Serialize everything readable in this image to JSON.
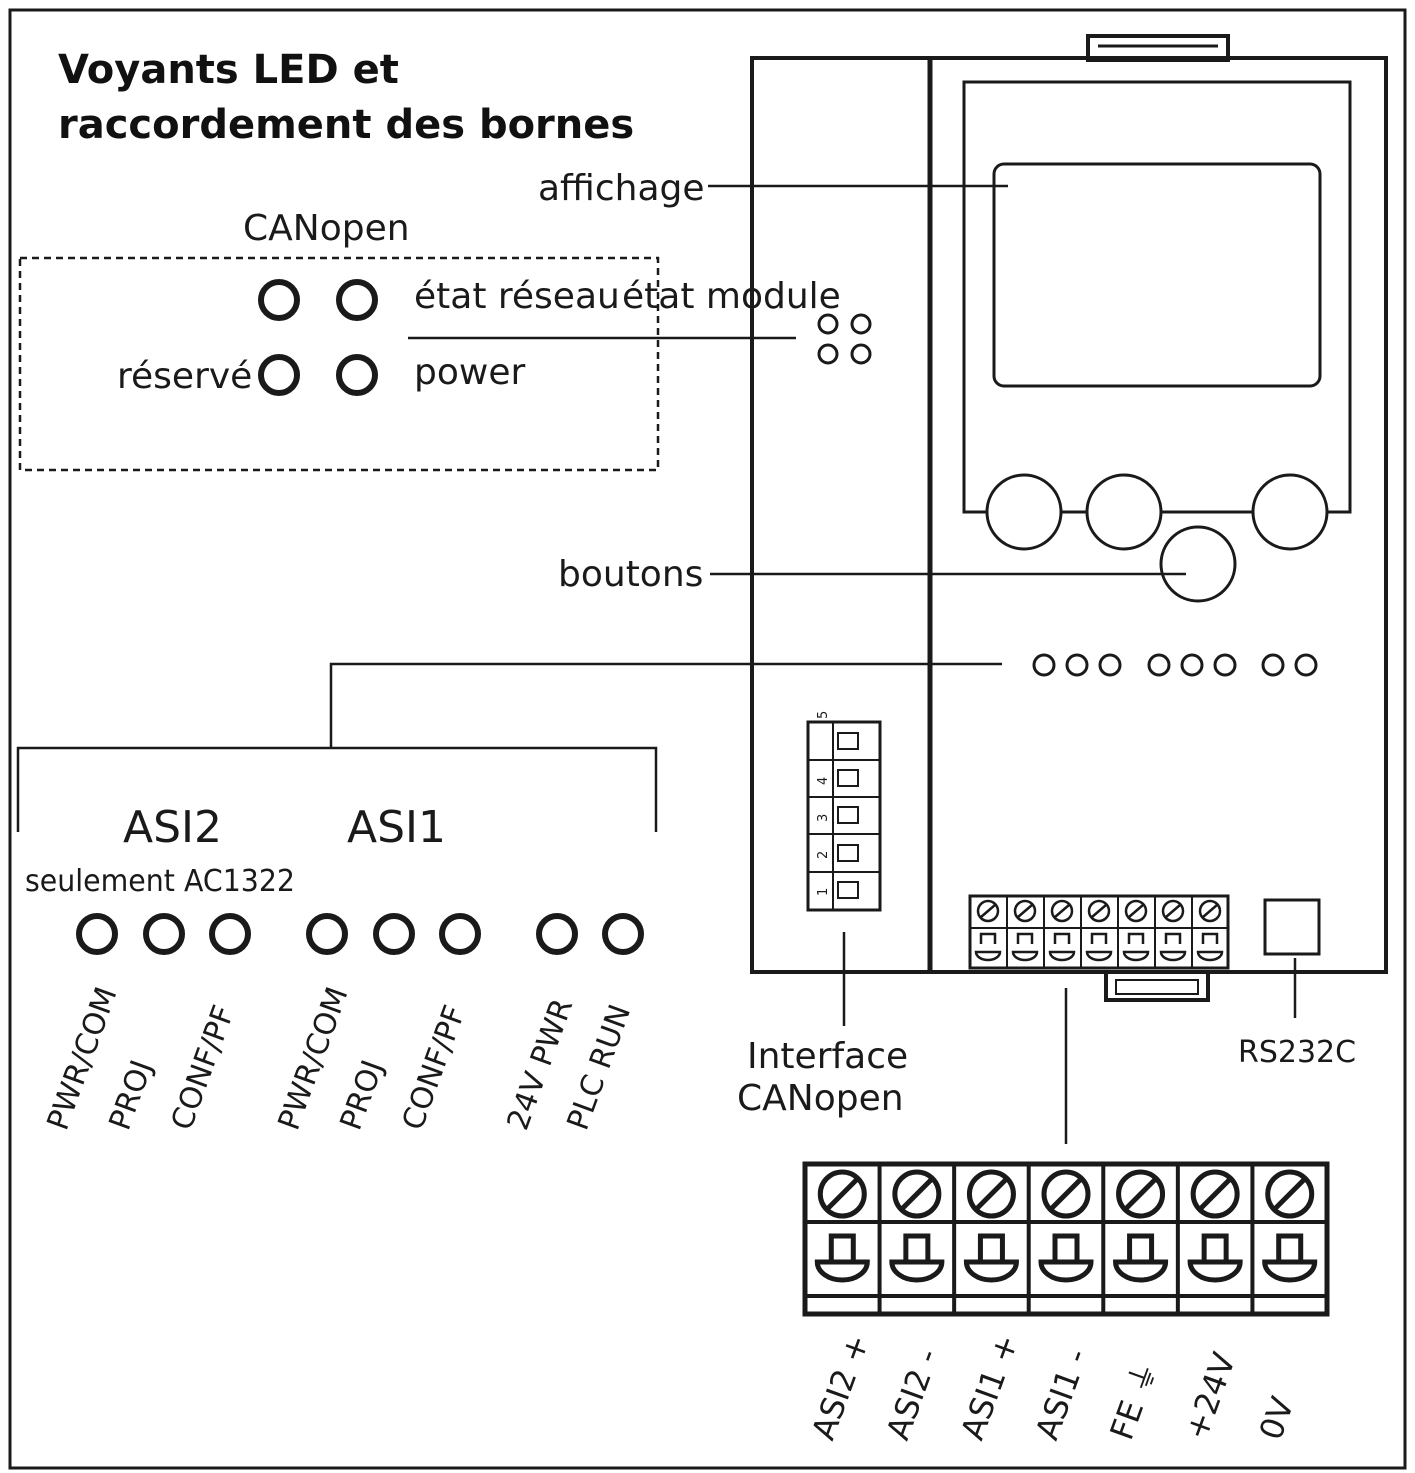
{
  "title_line1": "Voyants LED et",
  "title_line2": "raccordement des bornes",
  "labels": {
    "affichage": "affichage",
    "canopen": "CANopen",
    "etat_reseau": "état réseau",
    "etat_module": "état module",
    "reserve": "réservé",
    "power": "power",
    "boutons": "boutons",
    "interface_line1": "Interface",
    "interface_line2": "CANopen",
    "rs232c": "RS232C"
  },
  "asi_groups": {
    "asi2": "ASI2",
    "asi1": "ASI1",
    "asi2_note": "seulement AC1322"
  },
  "led_labels": [
    "PWR/COM",
    "PROJ",
    "CONF/PF",
    "PWR/COM",
    "PROJ",
    "CONF/PF",
    "24V PWR",
    "PLC RUN"
  ],
  "terminal_labels": [
    "ASI2 +",
    "ASI2 -",
    "ASI1 +",
    "ASI1 -",
    "FE ⏚",
    "+24V",
    "0V"
  ],
  "dip_numbers": [
    "1",
    "2",
    "3",
    "4",
    "5"
  ]
}
